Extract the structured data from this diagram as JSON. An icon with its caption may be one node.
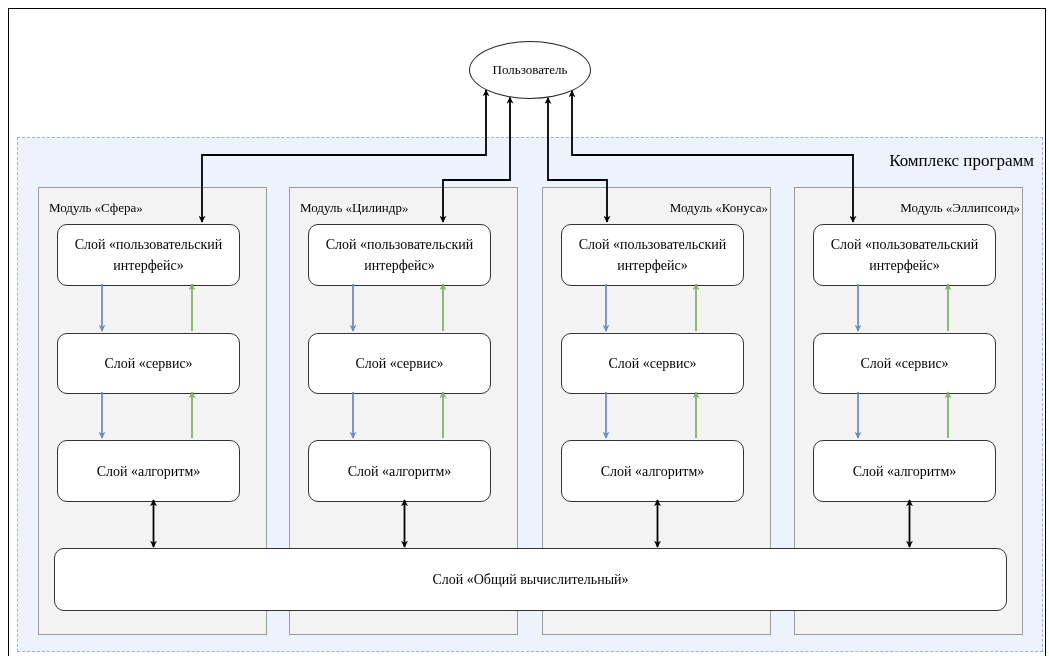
{
  "diagram": {
    "nodes": [
      {
        "text": [
          "Пользователь"
        ]
      },
      {
        "text": [
          "Комплекс программ"
        ]
      },
      {
        "text": [
          "Модуль «Сфера»"
        ],
        "in": 1
      },
      {
        "text": [
          "Слой «пользовательский интерфейс»"
        ],
        "in": 2
      },
      {
        "text": [
          "Слой «сервис»"
        ],
        "in": 2
      },
      {
        "text": [
          "Слой «алгоритм»"
        ],
        "in": 2
      },
      {
        "text": [
          "Модуль «Цилиндр»"
        ],
        "in": 1
      },
      {
        "text": [
          "Слой «пользовательский интерфейс»"
        ],
        "in": 6
      },
      {
        "text": [
          "Слой «сервис»"
        ],
        "in": 6
      },
      {
        "text": [
          "Слой «алгоритм»"
        ],
        "in": 6
      },
      {
        "text": [
          "Модуль «Конуса»"
        ],
        "in": 1
      },
      {
        "text": [
          "Слой «пользовательский интерфейс»"
        ],
        "in": 10
      },
      {
        "text": [
          "Слой «сервис»"
        ],
        "in": 10
      },
      {
        "text": [
          "Слой «алгоритм»"
        ],
        "in": 10
      },
      {
        "text": [
          "Модуль «Эллипсоид»"
        ],
        "in": 1
      },
      {
        "text": [
          "Слой «пользовательский интерфейс»"
        ],
        "in": 14
      },
      {
        "text": [
          "Слой «сервис»"
        ],
        "in": 14
      },
      {
        "text": [
          "Слой «алгоритм»"
        ],
        "in": 14
      },
      {
        "text": [
          "Слой «Общий вычислительный»"
        ],
        "in": 1
      }
    ],
    "edges": [
      {
        "from": 0,
        "to": 3,
        "arrow": "both"
      },
      {
        "from": 0,
        "to": 7,
        "arrow": "both"
      },
      {
        "from": 0,
        "to": 11,
        "arrow": "both"
      },
      {
        "from": 0,
        "to": 15,
        "arrow": "both"
      },
      {
        "from": 3,
        "to": 4,
        "arrow": "to",
        "color": "#6c8ebf"
      },
      {
        "from": 4,
        "to": 5,
        "arrow": "to",
        "color": "#6c8ebf"
      },
      {
        "from": 4,
        "to": 3,
        "arrow": "to",
        "color": "#82b366"
      },
      {
        "from": 5,
        "to": 4,
        "arrow": "to",
        "color": "#82b366"
      },
      {
        "from": 5,
        "to": 18,
        "arrow": "both"
      },
      {
        "from": 7,
        "to": 8,
        "arrow": "to",
        "color": "#6c8ebf"
      },
      {
        "from": 8,
        "to": 9,
        "arrow": "to",
        "color": "#6c8ebf"
      },
      {
        "from": 8,
        "to": 7,
        "arrow": "to",
        "color": "#82b366"
      },
      {
        "from": 9,
        "to": 8,
        "arrow": "to",
        "color": "#82b366"
      },
      {
        "from": 9,
        "to": 18,
        "arrow": "both"
      },
      {
        "from": 11,
        "to": 12,
        "arrow": "to",
        "color": "#6c8ebf"
      },
      {
        "from": 12,
        "to": 13,
        "arrow": "to",
        "color": "#6c8ebf"
      },
      {
        "from": 12,
        "to": 11,
        "arrow": "to",
        "color": "#82b366"
      },
      {
        "from": 13,
        "to": 12,
        "arrow": "to",
        "color": "#82b366"
      },
      {
        "from": 13,
        "to": 18,
        "arrow": "both"
      },
      {
        "from": 15,
        "to": 16,
        "arrow": "to",
        "color": "#6c8ebf"
      },
      {
        "from": 16,
        "to": 17,
        "arrow": "to",
        "color": "#6c8ebf"
      },
      {
        "from": 16,
        "to": 15,
        "arrow": "to",
        "color": "#82b366"
      },
      {
        "from": 17,
        "to": 16,
        "arrow": "to",
        "color": "#82b366"
      },
      {
        "from": 17,
        "to": 18,
        "arrow": "both"
      }
    ]
  }
}
